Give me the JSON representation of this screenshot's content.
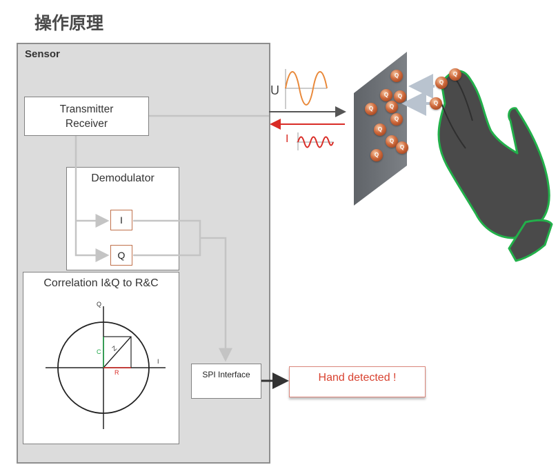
{
  "title": "操作原理",
  "sensor": {
    "label": "Sensor",
    "transmitter_receiver": [
      "Transmitter",
      "Receiver"
    ],
    "demodulator": {
      "label": "Demodulator",
      "i_label": "I",
      "q_label": "Q"
    },
    "correlation": {
      "label": "Correlation I&Q to R&C",
      "q_axis": "Q",
      "i_axis": "I",
      "c_label": "C",
      "r_label": "R",
      "z_label": "Z"
    },
    "spi_interface": "SPI Interface"
  },
  "signals": {
    "u_label": "U",
    "i_label": "I"
  },
  "charge_label": "Q",
  "output": "Hand detected !",
  "colors": {
    "sensor_bg": "#dcdcdc",
    "signal_u": "#e9893a",
    "signal_i": "#d92b25",
    "charge": "#c0552b",
    "hand": "#4a4a4a",
    "hand_outline": "#22b04a",
    "plate": "#6f7378",
    "c_line": "#22a84a",
    "r_line": "#d92b25"
  }
}
